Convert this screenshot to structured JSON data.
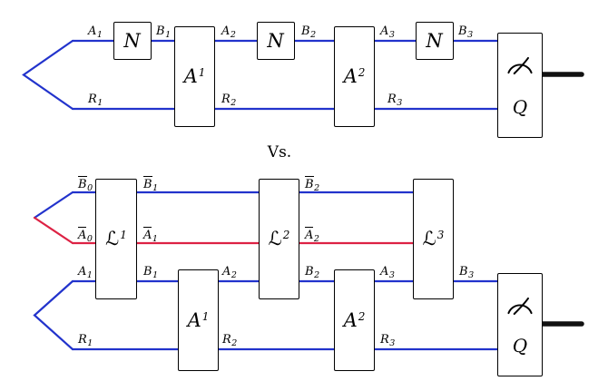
{
  "colors": {
    "wire_blue": "#2233cc",
    "wire_red": "#dd2244",
    "output_black": "#111111",
    "box_border": "#000000",
    "text_black": "#000000"
  },
  "vs_label": "Vs.",
  "top": {
    "gates": [
      {
        "letter": "N",
        "sup": ""
      },
      {
        "letter": "A",
        "sup": "1"
      },
      {
        "letter": "N",
        "sup": ""
      },
      {
        "letter": "A",
        "sup": "2"
      },
      {
        "letter": "N",
        "sup": ""
      }
    ],
    "measurement": {
      "label": "Q",
      "icon": "meter-icon"
    },
    "wires": {
      "A1": {
        "letter": "A",
        "sub": "1"
      },
      "B1": {
        "letter": "B",
        "sub": "1"
      },
      "A2": {
        "letter": "A",
        "sub": "2"
      },
      "B2": {
        "letter": "B",
        "sub": "2"
      },
      "A3": {
        "letter": "A",
        "sub": "3"
      },
      "B3": {
        "letter": "B",
        "sub": "3"
      },
      "R1": {
        "letter": "R",
        "sub": "1"
      },
      "R2": {
        "letter": "R",
        "sub": "2"
      },
      "R3": {
        "letter": "R",
        "sub": "3"
      }
    }
  },
  "bottom": {
    "gates": [
      {
        "letter": "ℒ",
        "sup": "1"
      },
      {
        "letter": "A",
        "sup": "1"
      },
      {
        "letter": "ℒ",
        "sup": "2"
      },
      {
        "letter": "A",
        "sup": "2"
      },
      {
        "letter": "ℒ",
        "sup": "3"
      }
    ],
    "measurement": {
      "label": "Q",
      "icon": "meter-icon"
    },
    "wires": {
      "Bbar0": {
        "letter": "B",
        "sub": "0",
        "bar": true
      },
      "Bbar1": {
        "letter": "B",
        "sub": "1",
        "bar": true
      },
      "Bbar2": {
        "letter": "B",
        "sub": "2",
        "bar": true
      },
      "Abar0": {
        "letter": "A",
        "sub": "0",
        "bar": true
      },
      "Abar1": {
        "letter": "A",
        "sub": "1",
        "bar": true
      },
      "Abar2": {
        "letter": "A",
        "sub": "2",
        "bar": true
      },
      "A1": {
        "letter": "A",
        "sub": "1"
      },
      "B1": {
        "letter": "B",
        "sub": "1"
      },
      "A2": {
        "letter": "A",
        "sub": "2"
      },
      "B2": {
        "letter": "B",
        "sub": "2"
      },
      "A3": {
        "letter": "A",
        "sub": "3"
      },
      "B3": {
        "letter": "B",
        "sub": "3"
      },
      "R1": {
        "letter": "R",
        "sub": "1"
      },
      "R2": {
        "letter": "R",
        "sub": "2"
      },
      "R3": {
        "letter": "R",
        "sub": "3"
      }
    }
  }
}
